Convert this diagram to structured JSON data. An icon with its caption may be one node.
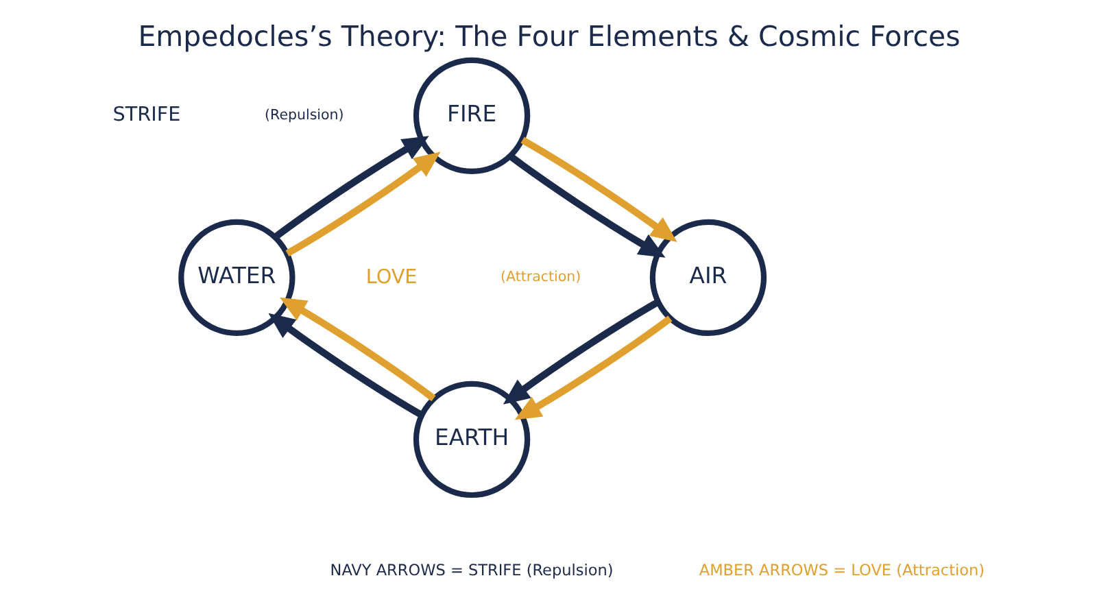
{
  "diagram": {
    "title": "Empedocles’s Theory: The Four Elements & Cosmic Forces",
    "nodes": [
      {
        "text": [
          "FIRE"
        ]
      },
      {
        "text": [
          "WATER"
        ]
      },
      {
        "text": [
          "AIR"
        ]
      },
      {
        "text": [
          "EARTH"
        ]
      }
    ],
    "edges": [
      {
        "from": 0,
        "to": 2,
        "arrow": "to",
        "color": "#1b2a4a"
      },
      {
        "from": 2,
        "to": 3,
        "arrow": "to",
        "color": "#1b2a4a"
      },
      {
        "from": 3,
        "to": 1,
        "arrow": "to",
        "color": "#1b2a4a"
      },
      {
        "from": 1,
        "to": 0,
        "arrow": "to",
        "color": "#1b2a4a"
      },
      {
        "from": 0,
        "to": 2,
        "arrow": "to",
        "color": "#e0a030"
      },
      {
        "from": 2,
        "to": 3,
        "arrow": "to",
        "color": "#e0a030"
      },
      {
        "from": 3,
        "to": 1,
        "arrow": "to",
        "color": "#e0a030"
      },
      {
        "from": 1,
        "to": 0,
        "arrow": "to",
        "color": "#e0a030"
      }
    ],
    "labels": [
      "STRIFE",
      "(Repulsion)",
      "LOVE",
      "(Attraction)"
    ],
    "legend": [
      {
        "text": "NAVY ARROWS = STRIFE (Repulsion)",
        "color": "#1b2a4a"
      },
      {
        "text": "AMBER ARROWS = LOVE (Attraction)",
        "color": "#e0a030"
      }
    ]
  }
}
